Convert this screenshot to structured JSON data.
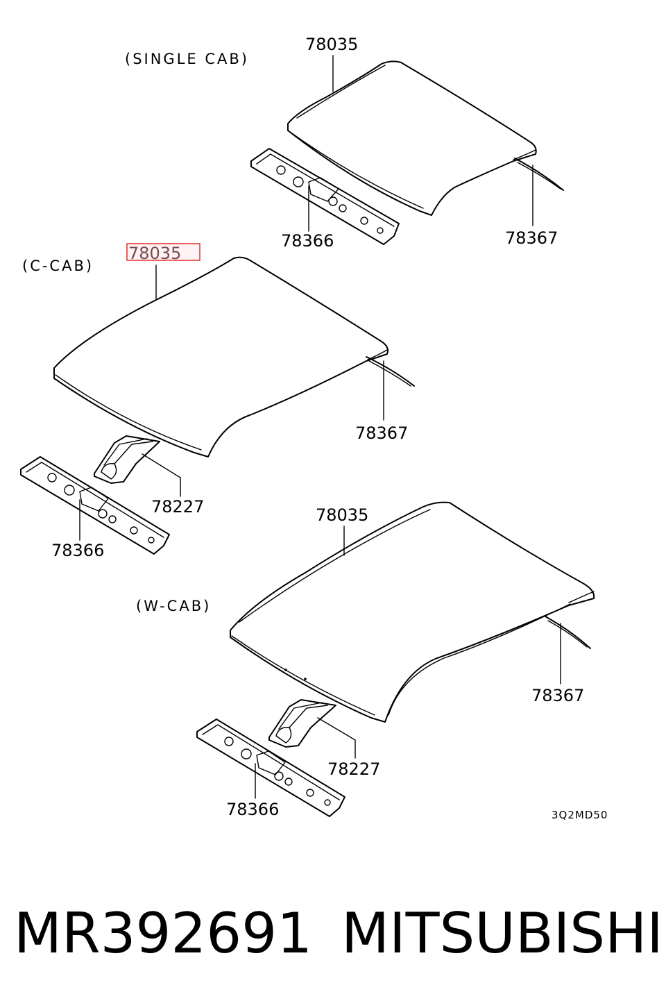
{
  "sections": {
    "single_cab": {
      "title": "(SINGLE CAB)",
      "roof_panel": "78035",
      "roof_rail": "78366",
      "drip_molding": "78367"
    },
    "c_cab": {
      "title": "(C-CAB)",
      "roof_panel": "78035",
      "roof_rail": "78366",
      "drip_molding": "78367",
      "bracket": "78227"
    },
    "w_cab": {
      "title": "(W-CAB)",
      "roof_panel": "78035",
      "roof_rail": "78366",
      "drip_molding": "78367",
      "bracket": "78227"
    }
  },
  "diagram_code": "3Q2MD50",
  "footer": {
    "part_number": "MR392691",
    "brand": "MITSUBISHI"
  },
  "highlight_color": "#e03030"
}
